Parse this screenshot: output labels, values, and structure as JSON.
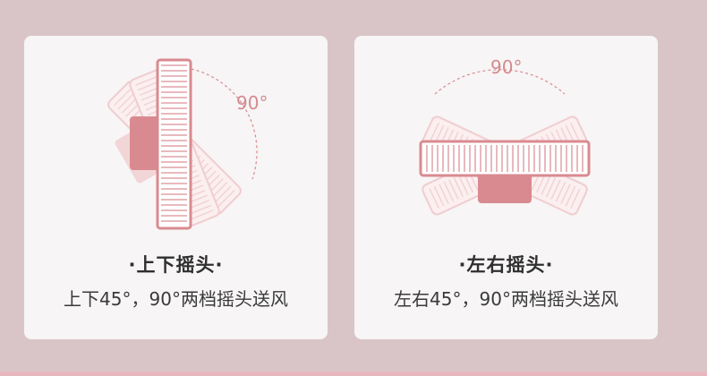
{
  "cards": [
    {
      "title": "·上下摇头·",
      "description": "上下45°，90°两档摇头送风",
      "angle_label": "90°"
    },
    {
      "title": "·左右摇头·",
      "description": "左右45°，90°两档摇头送风",
      "angle_label": "90°"
    }
  ],
  "colors": {
    "background": "#d9c5c7",
    "card": "#f7f5f5",
    "accent": "#d98a90",
    "ghost": "#f0cdd0"
  }
}
